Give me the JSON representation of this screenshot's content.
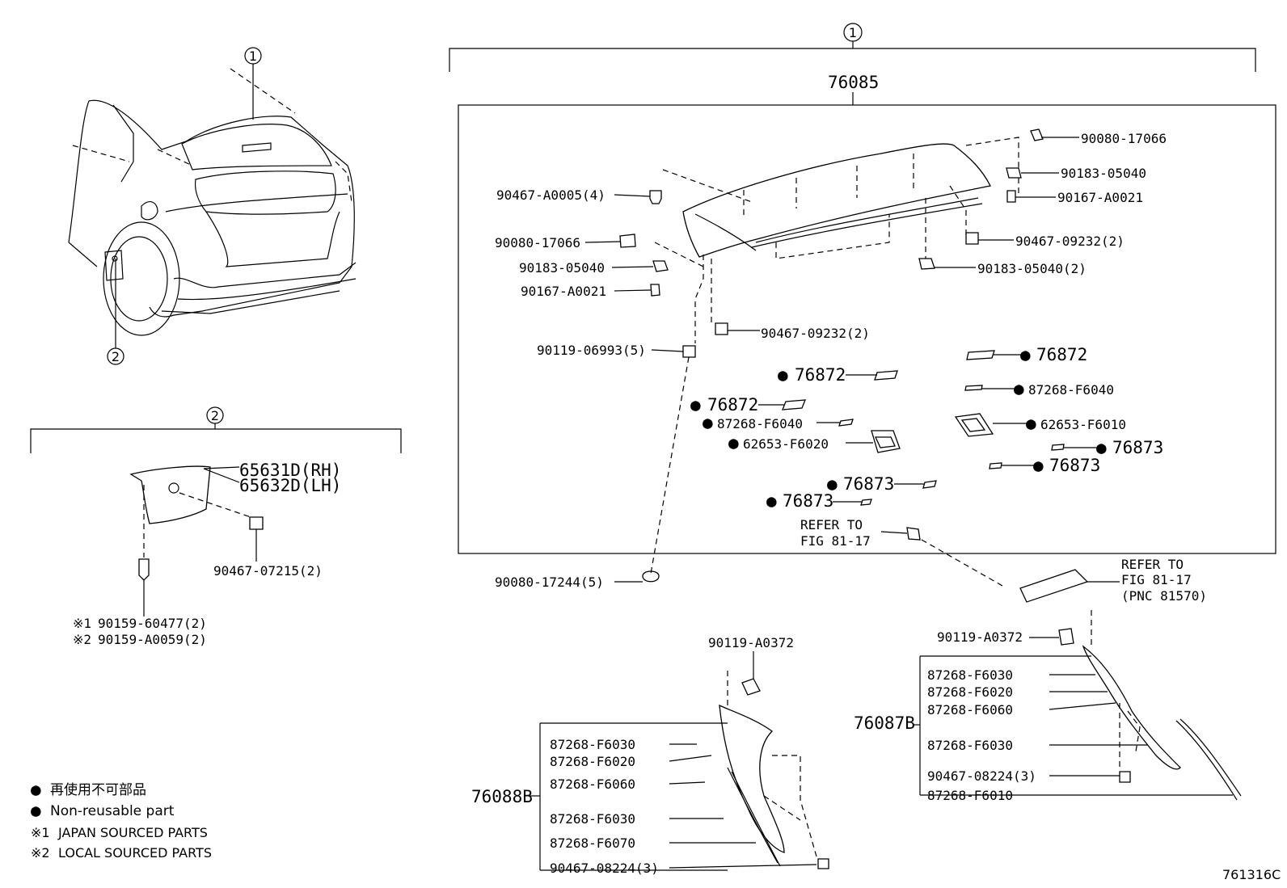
{
  "diagram_id": "761316C",
  "callouts": {
    "group1": "1",
    "group2": "2"
  },
  "assembly": {
    "main": "76085",
    "left_assy": "76088B",
    "right_assy": "76087B"
  },
  "parts": {
    "p90467_A0005": "90467-A0005(4)",
    "p90080_17066_left": "90080-17066",
    "p90183_05040_left": "90183-05040",
    "p90167_A0021_left": "90167-A0021",
    "p90119_06993": "90119-06993(5)",
    "p90467_09232_mid": "90467-09232(2)",
    "p90080_17066_right": "90080-17066",
    "p90183_05040_right": "90183-05040",
    "p90167_A0021_right": "90167-A0021",
    "p90467_09232_right": "90467-09232(2)",
    "p90183_05040_2": "90183-05040(2)",
    "p76872_a": "76872",
    "p76872_b": "76872",
    "p76872_c": "76872",
    "p87268_F6040_a": "87268-F6040",
    "p87268_F6040_b": "87268-F6040",
    "p62653_F6020": "62653-F6020",
    "p62653_F6010": "62653-F6010",
    "p76873_a": "76873",
    "p76873_b": "76873",
    "p76873_c": "76873",
    "p76873_d": "76873",
    "p90080_17244": "90080-17244(5)",
    "p65631D": "65631D(RH)",
    "p65632D": "65632D(LH)",
    "p90467_07215": "90467-07215(2)",
    "p90159_60477": "90159-60477(2)",
    "p90159_A0059": "90159-A0059(2)",
    "p90119_A0372_left": "90119-A0372",
    "p90119_A0372_right": "90119-A0372",
    "left_list": [
      "87268-F6030",
      "87268-F6020",
      "87268-F6060",
      "87268-F6030",
      "87268-F6070",
      "90467-08224(3)"
    ],
    "right_list": [
      "87268-F6030",
      "87268-F6020",
      "87268-F6060",
      "87268-F6030",
      "90467-08224(3)",
      "87268-F6010"
    ]
  },
  "refer_a": {
    "line1": "REFER TO",
    "line2": "FIG 81-17"
  },
  "refer_b": {
    "line1": "REFER TO",
    "line2": "FIG 81-17",
    "line3": "(PNC 81570)"
  },
  "marks": {
    "bullet": "●",
    "note1": "※1",
    "note2": "※2"
  },
  "legend": {
    "jp": "再使用不可部品",
    "en": "Non-reusable part",
    "note1": "JAPAN SOURCED PARTS",
    "note2": "LOCAL SOURCED PARTS"
  }
}
